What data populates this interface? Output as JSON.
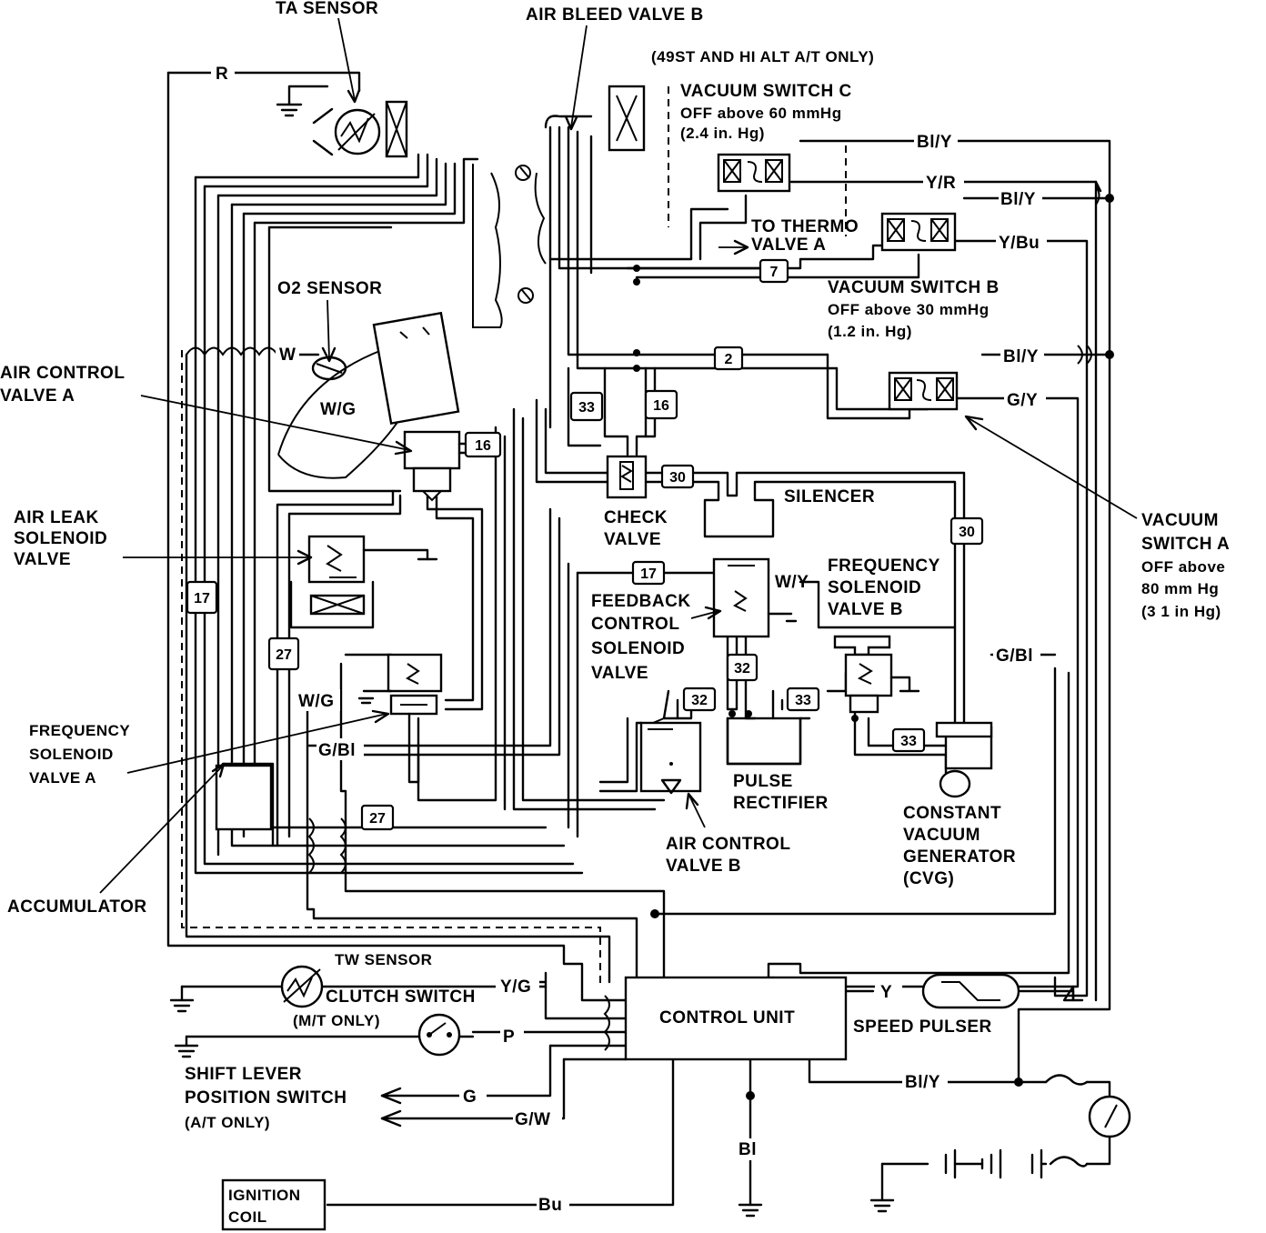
{
  "labels": {
    "ta_sensor": "TA SENSOR",
    "air_bleed_valve_b": "AIR BLEED VALVE B",
    "note_49st": "(49ST AND HI ALT A/T ONLY)",
    "vacuum_switch_c": [
      "VACUUM SWITCH C",
      "OFF above 60 mmHg",
      "(2.4 in. Hg)"
    ],
    "to_thermo_valve_a": [
      "TO THERMO",
      "VALVE A"
    ],
    "vacuum_switch_b": [
      "VACUUM SWITCH B",
      "OFF above 30 mmHg",
      "(1.2 in. Hg)"
    ],
    "o2_sensor": "O2 SENSOR",
    "air_control_valve_a": [
      "AIR CONTROL",
      "VALVE A"
    ],
    "air_leak_solenoid_valve": [
      "AIR LEAK",
      "SOLENOID",
      "VALVE"
    ],
    "check_valve": [
      "CHECK",
      "VALVE"
    ],
    "silencer": "SILENCER",
    "vacuum_switch_a": [
      "VACUUM",
      "SWITCH A",
      "OFF above",
      "80 mm Hg",
      "(3 1 in  Hg)"
    ],
    "frequency_solenoid_valve_b": [
      "FREQUENCY",
      "SOLENOID",
      "VALVE B"
    ],
    "feedback_control_solenoid_valve": [
      "FEEDBACK",
      "CONTROL",
      "SOLENOID",
      "VALVE"
    ],
    "frequency_solenoid_valve_a": [
      "FREQUENCY",
      "SOLENOID",
      "VALVE A"
    ],
    "pulse_rectifier": [
      "PULSE",
      "RECTIFIER"
    ],
    "constant_vacuum_generator": [
      "CONSTANT",
      "VACUUM",
      "GENERATOR",
      "(CVG)"
    ],
    "air_control_valve_b": [
      "AIR CONTROL",
      "VALVE B"
    ],
    "accumulator": "ACCUMULATOR",
    "tw_sensor": "TW SENSOR",
    "clutch_switch": [
      "CLUTCH SWITCH",
      "(M/T ONLY)"
    ],
    "control_unit": "CONTROL UNIT",
    "speed_pulser": "SPEED PULSER",
    "shift_lever": [
      "SHIFT LEVER",
      "POSITION SWITCH",
      "(A/T ONLY)"
    ],
    "ignition_coil": [
      "IGNITION",
      "COIL"
    ]
  },
  "wire_colors": {
    "r": "R",
    "bl_y": "Bl/Y",
    "y_r": "Y/R",
    "y_bu": "Y/Bu",
    "g_y": "G/Y",
    "w": "W",
    "w_g": "W/G",
    "w_y": "W/Y",
    "g_bl": "G/Bl",
    "y_g": "Y/G",
    "p": "P",
    "y": "Y",
    "g": "G",
    "g_w": "G/W",
    "bl": "Bl",
    "bu": "Bu"
  },
  "hose_numbers": {
    "n7": "7",
    "n2": "2",
    "n33": "33",
    "n16": "16",
    "n30": "30",
    "n17": "17",
    "n27": "27",
    "n32": "32"
  }
}
